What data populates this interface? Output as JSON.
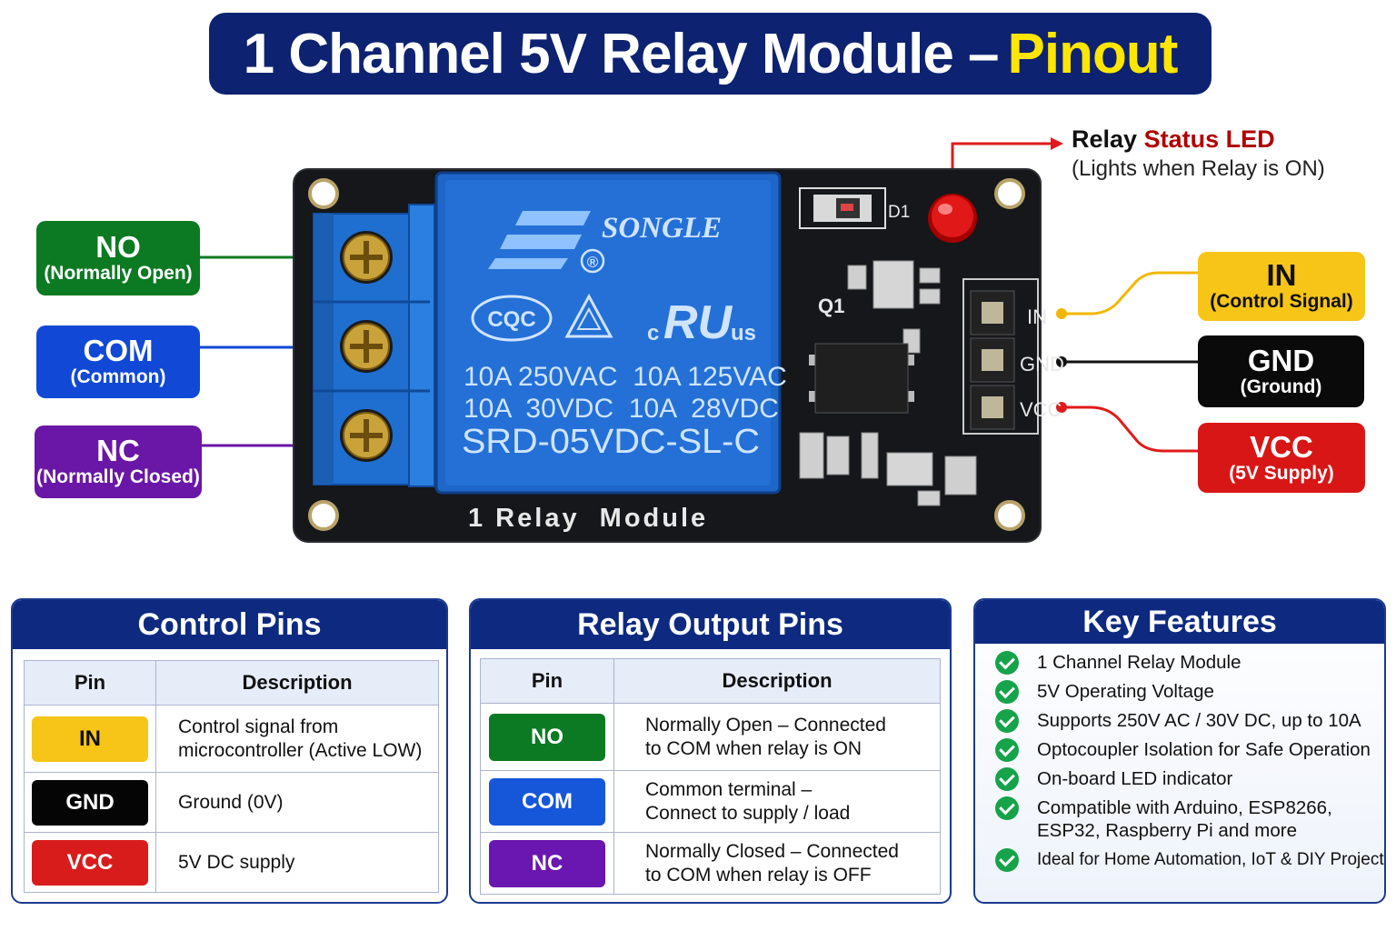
{
  "title": {
    "main": "1 Channel 5V Relay Module –",
    "highlight": "Pinout"
  },
  "led_callout": {
    "title_a": "Relay",
    "title_b": "Status LED",
    "subtitle": "(Lights when Relay is ON)"
  },
  "board": {
    "brand": "SONGLE",
    "registered": "®",
    "cert_cqc": "CQC",
    "cert_ul_c": "c",
    "cert_ul_mark": "RU",
    "cert_ul_us": "us",
    "rating_line1": "10A 250VAC  10A 125VAC",
    "rating_line2": "10A  30VDC  10A  28VDC",
    "model": "SRD-05VDC-SL-C",
    "silk_label": "1 Relay  Module",
    "d1": "D1",
    "q1": "Q1",
    "header_in": "IN",
    "header_gnd": "GND",
    "header_vcc": "VCC"
  },
  "left_pins": [
    {
      "name": "NO",
      "desc": "(Normally Open)",
      "color": "#0b7a22"
    },
    {
      "name": "COM",
      "desc": "(Common)",
      "color": "#1149d6"
    },
    {
      "name": "NC",
      "desc": "(Normally Closed)",
      "color": "#6a16a6"
    }
  ],
  "right_pins": [
    {
      "name": "IN",
      "desc": "(Control Signal)",
      "color": "#f7c518",
      "text": "#111111"
    },
    {
      "name": "GND",
      "desc": "(Ground)",
      "color": "#0a0a0a",
      "text": "#ffffff"
    },
    {
      "name": "VCC",
      "desc": "(5V Supply)",
      "color": "#d81616",
      "text": "#ffffff"
    }
  ],
  "control_panel": {
    "title": "Control Pins",
    "col_pin": "Pin",
    "col_desc": "Description",
    "rows": [
      {
        "pin": "IN",
        "color": "#f7c518",
        "text": "#111111",
        "desc1": "Control signal from",
        "desc2": "microcontroller (Active LOW)"
      },
      {
        "pin": "GND",
        "color": "#050505",
        "text": "#ffffff",
        "desc1": "Ground (0V)",
        "desc2": ""
      },
      {
        "pin": "VCC",
        "color": "#d81c1c",
        "text": "#ffffff",
        "desc1": "5V DC supply",
        "desc2": ""
      }
    ]
  },
  "output_panel": {
    "title": "Relay Output Pins",
    "col_pin": "Pin",
    "col_desc": "Description",
    "rows": [
      {
        "pin": "NO",
        "color": "#0b7a22",
        "text": "#ffffff",
        "desc1": "Normally Open – Connected",
        "desc2": "to COM when relay is ON"
      },
      {
        "pin": "COM",
        "color": "#1656d9",
        "text": "#ffffff",
        "desc1": "Common terminal –",
        "desc2": "Connect to supply / load"
      },
      {
        "pin": "NC",
        "color": "#6a16b0",
        "text": "#ffffff",
        "desc1": "Normally Closed – Connected",
        "desc2": "to COM when relay is OFF"
      }
    ]
  },
  "features_panel": {
    "title": "Key Features",
    "items": [
      "1 Channel Relay Module",
      "5V Operating Voltage",
      "Supports 250V AC / 30V DC, up to 10A",
      "Optocoupler Isolation for Safe Operation",
      "On-board LED indicator",
      "Compatible with Arduino, ESP8266,",
      "ESP32, Raspberry Pi and more",
      "Ideal for Home Automation, IoT & DIY Projects"
    ]
  }
}
